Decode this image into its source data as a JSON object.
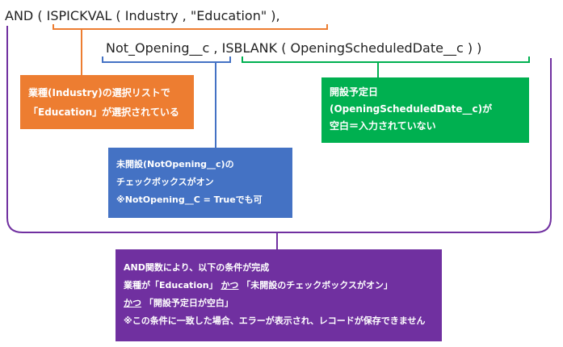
{
  "code": {
    "line1_prefix": "AND (",
    "line1_func": "ISPICKVAL ( Industry  , \"Education\" )",
    "line1_suffix": ",",
    "line2_field": "Not_Opening__c",
    "line2_sep": ",",
    "line2_func": "ISBLANK ( OpeningScheduledDate__c )",
    "line2_close": ")"
  },
  "notes": {
    "orange": {
      "line1": "業種(Industry)の選択リストで",
      "line2": "「Education」が選択されている"
    },
    "green": {
      "line1": "開設予定日",
      "line2": "(OpeningScheduledDate__c)が",
      "line3": "空白＝入力されていない"
    },
    "blue": {
      "line1": "未開設(NotOpening__c)の",
      "line2": "チェックボックスがオン",
      "line3": "※NotOpening__C = Trueでも可"
    },
    "purple": {
      "line1": "AND関数により、以下の条件が完成",
      "line2_a": "業種が「Education」",
      "line2_b": "かつ",
      "line2_c": "「未開設のチェックボックスがオン」",
      "line3_a": "かつ",
      "line3_b": "「開設予定日が空白」",
      "line4": "※この条件に一致した場合、エラーが表示され、レコードが保存できません"
    }
  },
  "colors": {
    "orange": "#ED7D31",
    "green": "#00B050",
    "blue": "#4472C4",
    "purple": "#7030A0"
  }
}
